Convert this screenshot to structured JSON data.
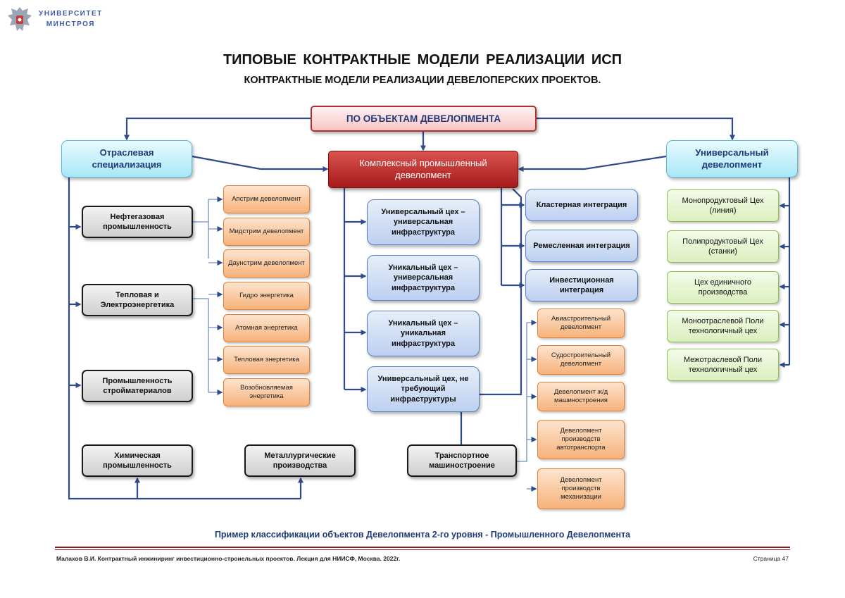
{
  "header": {
    "logo_line1": "УНИВЕРСИТЕТ",
    "logo_line2": "МИНСТРОЯ",
    "logo_icon": "double-headed-eagle-emblem"
  },
  "title_main": "ТИПОВЫЕ КОНТРАКТНЫЕ МОДЕЛИ РЕАЛИЗАЦИИ ИСП",
  "title_sub": "КОНТРАКТНЫЕ МОДЕЛИ РЕАЛИЗАЦИИ ДЕВЕЛОПЕРСКИХ ПРОЕКТОВ.",
  "diagram": {
    "root": "ПО ОБЪЕКТАМ ДЕВЕЛОПМЕНТА",
    "branch_left": "Отраслевая специализация",
    "branch_center": "Комплексный промышленный девелопмент",
    "branch_right": "Универсальный девелопмент",
    "industries": [
      "Нефтегазовая промышленность",
      "Тепловая и Электроэнергетика",
      "Промышленность стройматериалов",
      "Химическая промышленность",
      "Металлургические производства",
      "Транспортное машиностроение"
    ],
    "oil_gas_types": [
      "Апстрим девелопмент",
      "Мидстрим девелопмент",
      "Даунстрим девелопмент"
    ],
    "energy_types": [
      "Гидро энергетика",
      "Атомная энергетика",
      "Тепловая энергетика",
      "Возобновляемая энергетика"
    ],
    "workshop_types": [
      "Универсальный цех – универсальная инфраструктура",
      "Уникальный цех – универсальная инфраструктура",
      "Уникальный цех – уникальная инфраструктура",
      "Универсальный цех, не требующий инфраструктуры"
    ],
    "integration_types": [
      "Кластерная интеграция",
      "Ремесленная интеграция",
      "Инвестиционная интеграция"
    ],
    "transport_types": [
      "Авиастроительный девелопмент",
      "Судостроительный девелопмент",
      "Девелопмент ж/д машиностроения",
      "Девелопмент производств автотранспорта",
      "Девелопмент производств механизации"
    ],
    "universal_types": [
      "Монопродуктовый Цех (линия)",
      "Полипродуктовый Цех (станки)",
      "Цех единичного производства",
      "Моноотраслевой Поли технологичный цех",
      "Межотраслевой Поли технологичный цех"
    ]
  },
  "caption": "Пример классификации объектов Девелопмента 2-го уровня - Промышленного Девелопмента",
  "footer": {
    "left": "Малахов В.И. Контрактный инжиниринг инвестиционно-строиельных проектов. Лекция для НИИСФ, Москва. 2022г.",
    "right": "Страница 47"
  },
  "colors": {
    "connector": "#2f4b8a",
    "root_border": "#b03030",
    "center_fill": "#b52222",
    "caption_text": "#1f3a78",
    "footer_rule": "#7b1f24"
  }
}
